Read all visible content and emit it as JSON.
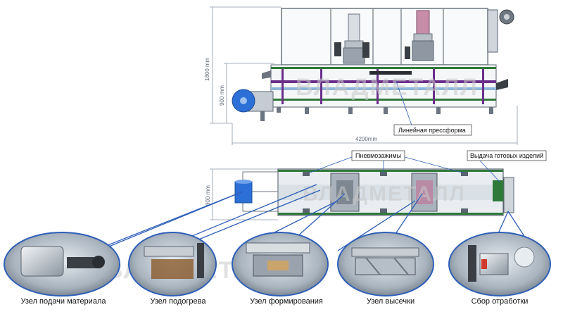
{
  "watermark": "ВЛАДМЕТАЛЛ",
  "dimensions": {
    "height_total": "1800 mm",
    "height_table": "900 mm",
    "length": "4200mm",
    "width_plan": "900 mm"
  },
  "callouts": {
    "press_mold": "Линейная прессформа",
    "clamps": "Пневмозажимы",
    "output": "Выдача готовых изделий"
  },
  "nodes": [
    {
      "label": "Узел подачи материала"
    },
    {
      "label": "Узел подогрева"
    },
    {
      "label": "Узел формирования"
    },
    {
      "label": "Узел высечки"
    },
    {
      "label": "Сбор отработки"
    }
  ],
  "colors": {
    "callout_line": "#2f5fb8",
    "frame": "#5a6470",
    "beam_purple": "#6a2f8a",
    "beam_green": "#2f7a3a",
    "roll_blue": "#2c6fd6"
  }
}
